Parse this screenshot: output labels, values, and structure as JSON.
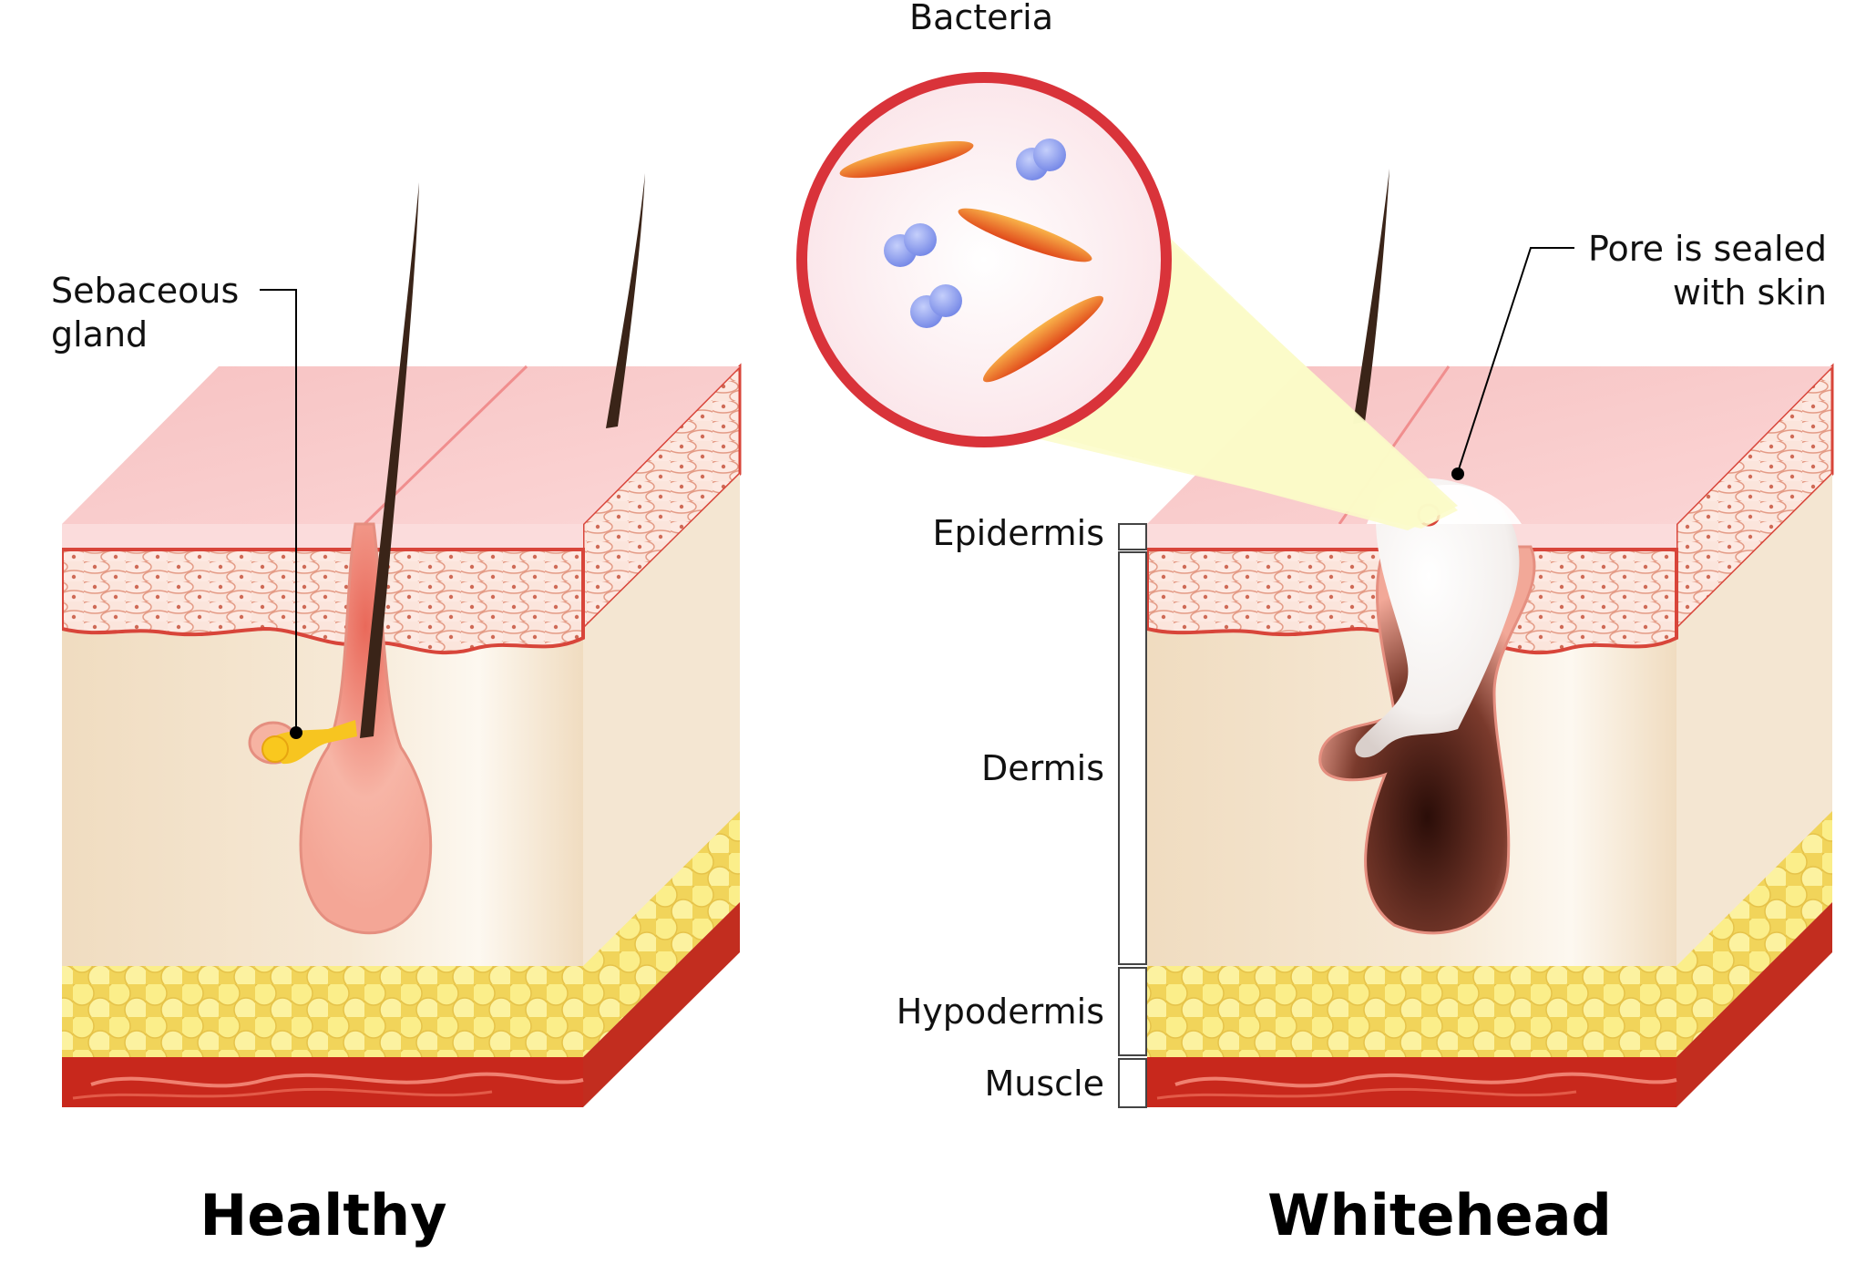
{
  "labels": {
    "bacteria": "Bacteria",
    "sebaceous_line1": "Sebaceous",
    "sebaceous_line2": "gland",
    "pore_line1": "Pore is sealed",
    "pore_line2": "with skin",
    "epidermis": "Epidermis",
    "dermis": "Dermis",
    "hypodermis": "Hypodermis",
    "muscle": "Muscle"
  },
  "titles": {
    "healthy": "Healthy",
    "whitehead": "Whitehead"
  },
  "colors": {
    "epidermis_top": "#f8c6c6",
    "cells": "#fbe2d8",
    "dermis": "#f3e3cc",
    "fat": "#f5e55c",
    "muscle": "#c8281c",
    "magnifier_ring": "#d9333a",
    "bacteria_rod": "#ee6a1c",
    "bacteria_coccus": "#8fa0ef",
    "spotlight": "#fbfbc8"
  }
}
